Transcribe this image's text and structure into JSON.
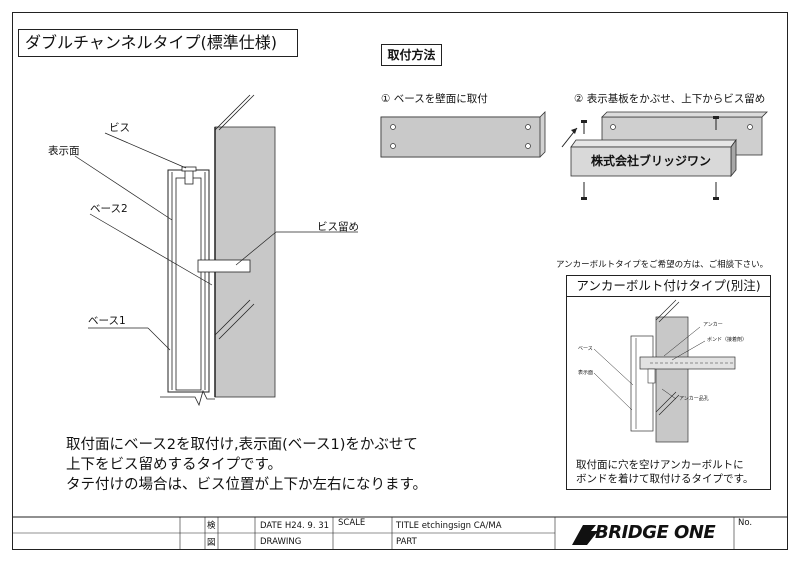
{
  "title": "ダブルチャンネルタイプ(標準仕様)",
  "method_label": "取付方法",
  "steps": {
    "step1": "① ベースを壁面に取付",
    "step2": "② 表示基板をかぶせ、上下からビス留め"
  },
  "plate_text": "株式会社ブリッジワン",
  "section_labels": {
    "screw": "ビス",
    "display_face": "表示面",
    "base2": "ベース2",
    "screw_fix": "ビス留め",
    "base1": "ベース1"
  },
  "description": [
    "取付面にベース2を取付け,表示面(ベース1)をかぶせて",
    "上下をビス留めするタイプです。",
    "タテ付けの場合は、ビス位置が上下か左右になります。"
  ],
  "anchor": {
    "note": "アンカーボルトタイプをご希望の方は、ご相談下さい。",
    "title": "アンカーボルト付けタイプ(別注)",
    "labels": {
      "anchor": "アンカー",
      "bond": "ボンド（接着剤）",
      "base": "ベース",
      "display_face": "表示面",
      "anchor_hole": "アンカー品孔"
    },
    "description": [
      "取付面に穴を空けアンカーボルトに",
      "ボンドを着けて取付けるタイプです。"
    ]
  },
  "title_block": {
    "row1_mark": "検",
    "row2_mark": "図",
    "date": "DATE  H24. 9. 31",
    "scale": "SCALE",
    "title": "TITLE    etchingsign CA/MA",
    "drawing": "DRAWING",
    "part": "PART",
    "brand": "BRIDGE ONE",
    "no": "No."
  }
}
